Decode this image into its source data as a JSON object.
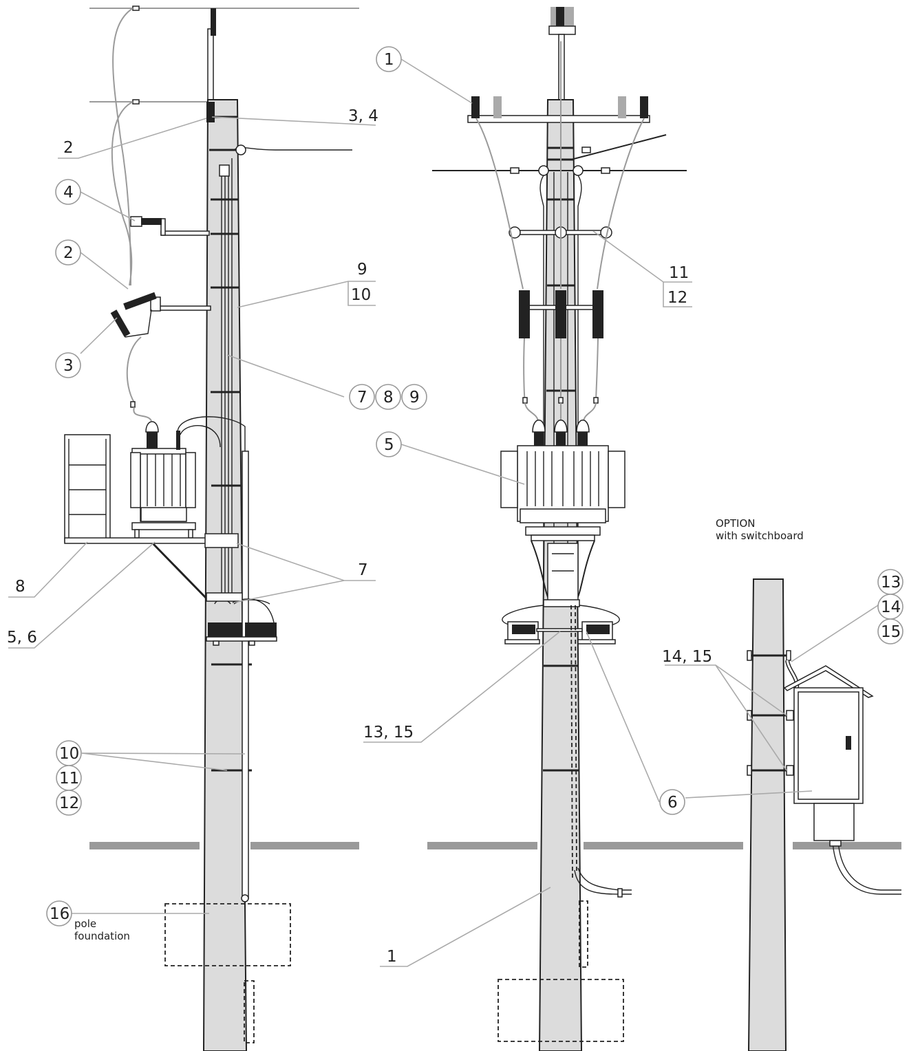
{
  "labels": {
    "l1_2a": "2",
    "l1_34": "3, 4",
    "l1_4": "4",
    "l1_2b": "2",
    "l1_3": "3",
    "l1_9": "9",
    "l1_10": "10",
    "l1_7": "7",
    "l1_8": "8",
    "l1_9c": "9",
    "l1_7b": "7",
    "l1_8b": "8",
    "l1_56": "5, 6",
    "l1_10c": "10",
    "l1_11c": "11",
    "l1_12c": "12",
    "l1_16": "16",
    "l1_pole": "pole",
    "l1_foundation": "foundation",
    "l2_1": "1",
    "l2_11": "11",
    "l2_12": "12",
    "l2_5": "5",
    "l2_1315": "13, 15",
    "l2_6": "6",
    "l2_1b": "1",
    "l3_option": "OPTION",
    "l3_switch": "with switchboard",
    "l3_13": "13",
    "l3_14": "14",
    "l3_15": "15",
    "l3_1415": "14, 15",
    "l3_6": "6"
  },
  "colors": {
    "pole_fill": "#dcdcdc",
    "lines": "#222222",
    "leaders": "#aaaaaa",
    "ground": "#9a9a9a"
  }
}
